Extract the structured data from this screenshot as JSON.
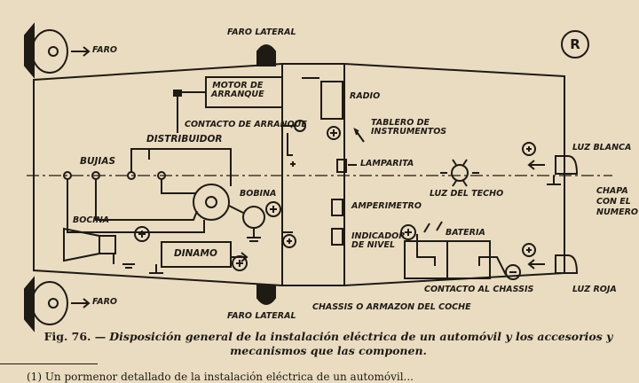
{
  "labels": {
    "faro_top": "FARO",
    "faro_bottom": "FARO",
    "faro_lateral_top": "FARO LATERAL",
    "faro_lateral_bottom": "FARO LATERAL",
    "motor_arranque": "MOTOR DE\nARRANQUE",
    "contacto_arranque": "CONTACTO DE ARRANQUE",
    "distribuidor": "DISTRIBUIDOR",
    "bujias": "BUJIAS",
    "bobina": "BOBINA",
    "bocina": "BOCINA",
    "dinamo": "DINAMO",
    "radio": "RADIO",
    "tablero": "TABLERO DE\nINSTRUMENTOS",
    "lamparita": "LAMPARITA",
    "luz_techo": "LUZ DEL TECHO",
    "amperimetro": "AMPERIMETRO",
    "indicador_nivel": "INDICADOR\nDE NIVEL",
    "bateria": "BATERIA",
    "contacto_chassis": "CONTACTO AL CHASSIS",
    "chassis": "CHASSIS O ARMAZON DEL COCHE",
    "luz_blanca": "LUZ BLANCA",
    "chapa": "CHAPA\nCON EL\nNUMERO",
    "luz_roja": "LUZ ROJA"
  },
  "logo_text": "R",
  "caption": {
    "fig": "Fig. 76. —",
    "text": "Disposición general de la instalación eléctrica de un automóvil y los accesorios y mecanismos que las componen."
  },
  "footnote": "(1) Un pormenor detallado de la instalación eléctrica de un automóvil..."
}
